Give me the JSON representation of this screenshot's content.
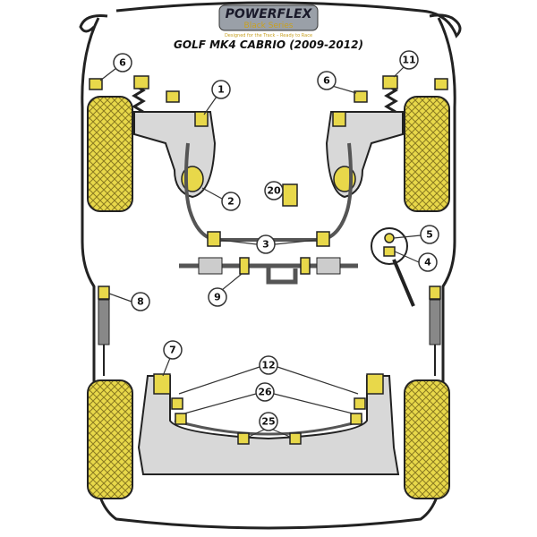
{
  "brand": {
    "logo_text": "POWERFLEX",
    "series": "Black Series",
    "tagline": "Designed for the Track – Ready to Race"
  },
  "title": "GOLF MK4 CABRIO (2009-2012)",
  "colors": {
    "bush": "#e8d84a",
    "outline": "#222222",
    "body": "#ffffff",
    "arm": "#d8d8d8"
  },
  "callouts": {
    "c6a": "6",
    "c11": "11",
    "c1": "1",
    "c6b": "6",
    "c2": "2",
    "c20": "20",
    "c3": "3",
    "c5": "5",
    "c4": "4",
    "c9": "9",
    "c8": "8",
    "c7": "7",
    "c12": "12",
    "c26": "26",
    "c25": "25"
  }
}
